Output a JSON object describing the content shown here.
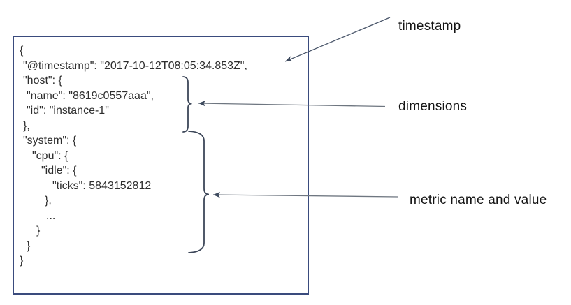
{
  "code_box": {
    "description": "example metric document",
    "lines": [
      {
        "text": "{"
      },
      {
        "text": "\"@timestamp\": \"2017-10-12T08:05:34.853Z\","
      },
      {
        "text": "\"host\": {"
      },
      {
        "text": "\"name\": \"8619c0557aaa\","
      },
      {
        "text": "\"id\": \"instance-1\""
      },
      {
        "text": "},"
      },
      {
        "text": "\"system\": {"
      },
      {
        "text": "\"cpu\": {"
      },
      {
        "text": "\"idle\": {"
      },
      {
        "text": "\"ticks\": 5843152812"
      },
      {
        "text": "},"
      },
      {
        "text": "..."
      },
      {
        "text": "}"
      },
      {
        "text": "}"
      },
      {
        "text": "}"
      }
    ]
  },
  "annotations": [
    {
      "label": "timestamp"
    },
    {
      "label": "dimensions"
    },
    {
      "label": "metric name and value"
    }
  ],
  "colors": {
    "box_border": "#3a4b7d",
    "code_text": "#2e2e2e",
    "label_text": "#141414",
    "arrow_shaft_dark": "#4b576b",
    "arrow_shaft_gray": "#6e7680",
    "arrowhead": "#3e4a5e",
    "brace": "#3d4759"
  }
}
